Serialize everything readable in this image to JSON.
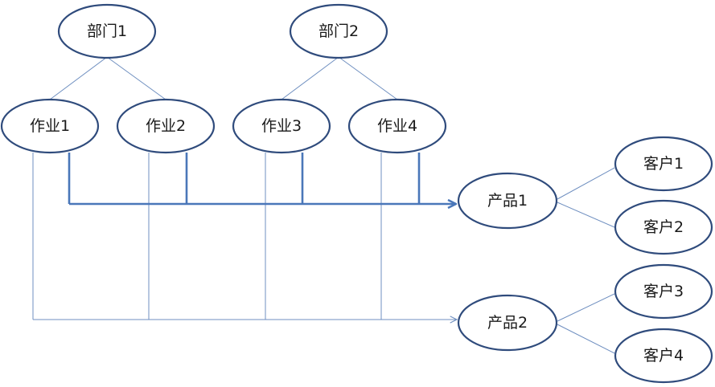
{
  "colors": {
    "node_stroke": "#2F4B7C",
    "node_fill": "#FFFFFF",
    "thin_line": "#6F8FC0",
    "thick_line": "#4A77B9",
    "text": "#1A1A1A"
  },
  "nodes": {
    "dept1": "部门1",
    "dept2": "部门2",
    "job1": "作业1",
    "job2": "作业2",
    "job3": "作业3",
    "job4": "作业4",
    "product1": "产品1",
    "product2": "产品2",
    "customer1": "客户1",
    "customer2": "客户2",
    "customer3": "客户3",
    "customer4": "客户4"
  }
}
